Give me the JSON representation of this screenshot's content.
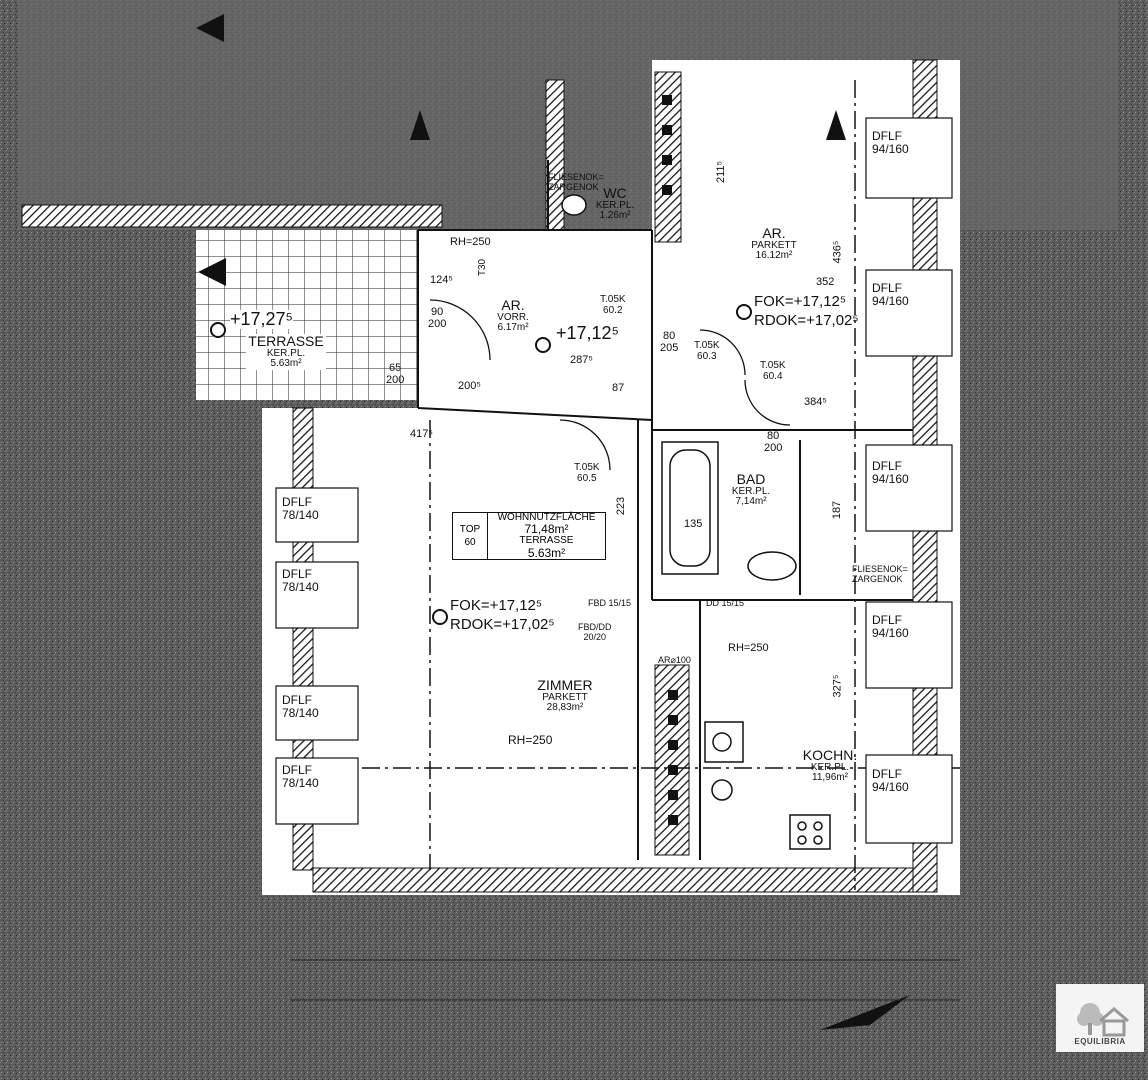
{
  "rooms": {
    "zimmer": {
      "name": "ZIMMER",
      "floor": "PARKETT",
      "area": "28,83m²",
      "rh": "RH=250"
    },
    "kochn": {
      "name": "KOCHN.",
      "floor": "KER.PL.",
      "area": "11,96m²"
    },
    "bad": {
      "name": "BAD",
      "floor": "KER.PL.",
      "area": "7,14m²"
    },
    "ar_big": {
      "name": "AR.",
      "floor": "PARKETT",
      "area": "16.12m²"
    },
    "wc": {
      "name": "WC",
      "floor": "KER.PL.",
      "area": "1.26m²"
    },
    "ar_vorr": {
      "name": "AR.",
      "floor": "VORR.",
      "area": "6.17m²"
    },
    "terrasse": {
      "name": "TERRASSE",
      "floor": "KER.PL.",
      "area": "5.63m²"
    }
  },
  "summary": {
    "top_label": "TOP",
    "top_number": "60",
    "living_label": "WOHNNUTZFLÄCHE",
    "living_area": "71,48m²",
    "terrace_label": "TERRASSE",
    "terrace_area": "5.63m²"
  },
  "levels": {
    "main_fok": "FOK=+17,12⁵",
    "main_rdok": "RDOK=+17,02⁵",
    "ar_fok": "FOK=+17,12⁵",
    "ar_rdok": "RDOK=+17,02⁵",
    "vorr_level": "+17,12⁵",
    "terrace_level": "+17,27⁵"
  },
  "windows": {
    "left_1": "DFLF\n78/140",
    "left_2": "DFLF\n78/140",
    "left_3": "DFLF\n78/140",
    "left_4": "DFLF\n78/140",
    "right_1": "DFLF\n94/160",
    "right_2": "DFLF\n94/160",
    "right_3": "DFLF\n94/160",
    "right_4": "DFLF\n94/160",
    "right_5": "DFLF\n94/160"
  },
  "dims": {
    "d200_5": "200⁵",
    "d287_5": "287⁵",
    "d417_5": "417⁵",
    "d223": "223",
    "d384_5": "384⁵",
    "d352": "352",
    "d436_5": "436⁵",
    "d211_5": "211⁵",
    "d187": "187",
    "d327_5": "327⁵",
    "d135": "135",
    "d87": "87",
    "d124_5": "124⁵",
    "d90_200": "90\n200",
    "d65_200": "65\n200",
    "d80_200": "80\n200",
    "d80_205": "80\n205",
    "rh250_vorr": "RH=250",
    "rh250_kitchen": "RH=250",
    "fbd_15_15": "FBD 15/15",
    "dd_15_15": "DD 15/15",
    "fbd_dd": "FBD/DD\n20/20",
    "fliesenok_wc": "FLIESENOK=\nZARGENOK",
    "fliesenok_bad": "FLIESENOK=\nZARGENOK",
    "t05k_60_2": "T.05K\n60.2",
    "t05k_60_3": "T.05K\n60.3",
    "t05k_60_4": "T.05K\n60.4",
    "t05k_60_5": "T.05K\n60.5",
    "t30": "T30",
    "ar100": "AR⌀100"
  },
  "logo": {
    "text": "EQUILIBRIA"
  },
  "colors": {
    "wall_hatch": "#222222",
    "plan_bg": "#ffffff",
    "surround": "#5a5a5a"
  }
}
